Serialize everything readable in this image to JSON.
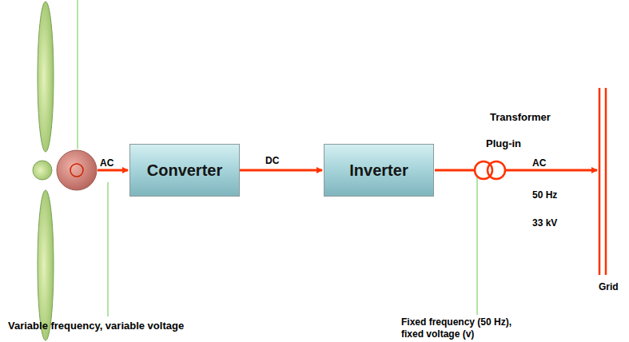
{
  "diagram": {
    "nodes": [
      {
        "text": [
          "Converter"
        ]
      },
      {
        "text": [
          "Inverter"
        ]
      }
    ],
    "edges": [
      {
        "from": 0,
        "to": 1,
        "arrow": "to",
        "label": "DC"
      }
    ],
    "labels": [
      "AC",
      "Transformer",
      "Plug-in",
      "AC",
      "50 Hz",
      "33 kV",
      "Grid",
      "Variable frequency, variable voltage",
      "Fixed frequency (50 Hz), fixed voltage (v)"
    ]
  }
}
